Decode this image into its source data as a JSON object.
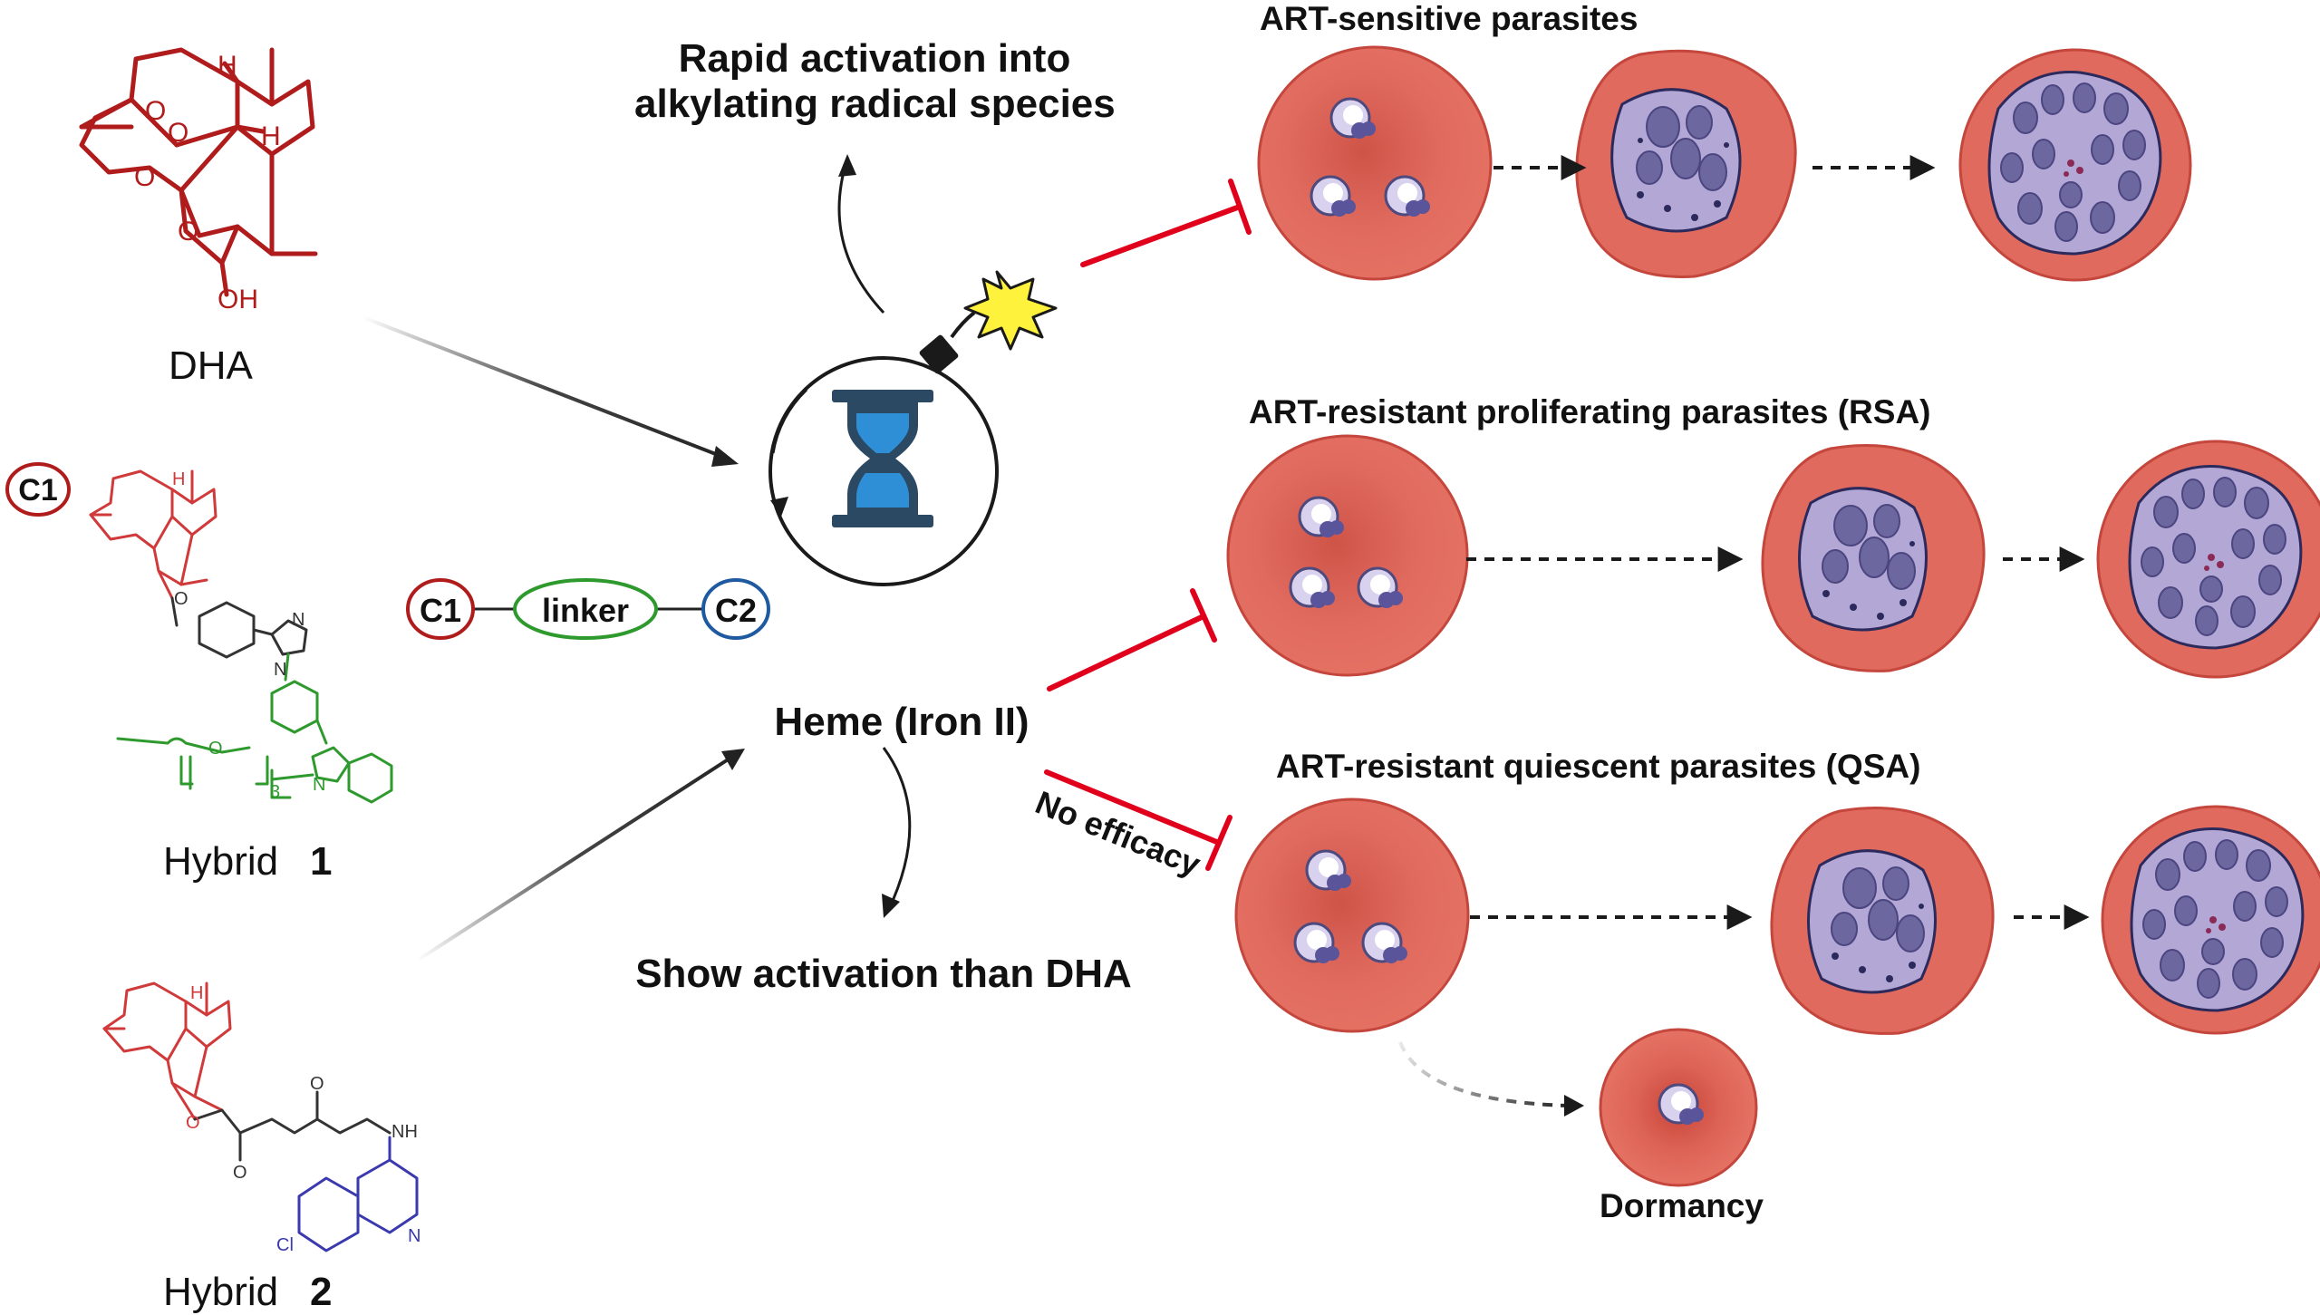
{
  "compounds": {
    "dha_label": "DHA",
    "c1_badge": "C1",
    "hybrid1_label": "Hybrid",
    "hybrid1_num": "1",
    "hybrid2_label": "Hybrid",
    "hybrid2_num": "2",
    "atoms": {
      "h": "H",
      "o": "O",
      "oh": "OH",
      "n": "N",
      "nh": "NH",
      "cl": "Cl",
      "three": "3"
    }
  },
  "linker_scheme": {
    "c1": "C1",
    "linker": "linker",
    "c2": "C2"
  },
  "center": {
    "rapid_activation": [
      "Rapid activation into",
      "alkylating radical species"
    ],
    "heme": "Heme (Iron II)",
    "slow_activation": "Show activation than DHA",
    "no_efficacy": "No efficacy"
  },
  "parasites": {
    "sensitive_title": "ART-sensitive parasites",
    "rsa_title": "ART-resistant proliferating parasites (RSA)",
    "qsa_title": "ART-resistant quiescent parasites (QSA)",
    "dormancy": "Dormancy"
  },
  "colors": {
    "artemisinin_red": "#b01c1c",
    "linker_green": "#2e9a2e",
    "c2_blue": "#1f5aa0",
    "quinoline_blue": "#3a3aae",
    "inhibit_red": "#e0001b",
    "rbc_fill": "#e06a5e",
    "rbc_edge": "#c4463c",
    "parasite_purple": "#a89acc",
    "hourglass_blue": "#2e8fd6",
    "hourglass_frame": "#2c4964",
    "spark_yellow": "#fff23d"
  },
  "icons": [
    "hourglass-icon",
    "bomb-fuse-icon",
    "explosion-spark-icon"
  ]
}
